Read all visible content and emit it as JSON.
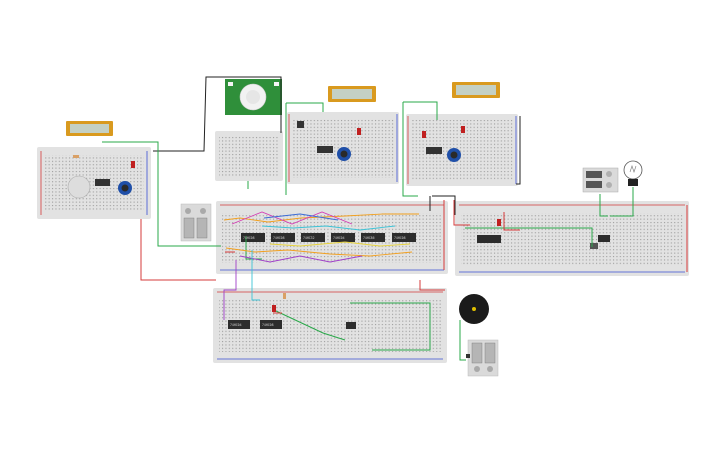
{
  "view": {
    "background": "#ffffff",
    "board_color": "#e2e2e2",
    "rail_red": "#d23a3a",
    "rail_blue": "#3a4fd2"
  },
  "wire_colors": {
    "green": "#2aa84a",
    "red": "#d63b3b",
    "black": "#222222",
    "orange": "#f2a01f",
    "purple": "#a040c8",
    "magenta": "#d43cb4",
    "cyan": "#3cc3d6",
    "yellow": "#e6d23a",
    "blue": "#3b6bd6"
  },
  "chips": [
    {
      "id": "chip-a",
      "label": "74HC08"
    },
    {
      "id": "chip-b",
      "label": "74HC08"
    },
    {
      "id": "chip-c",
      "label": "74HC32"
    },
    {
      "id": "chip-d",
      "label": "74HC04"
    },
    {
      "id": "chip-e",
      "label": "74HC86"
    },
    {
      "id": "chip-f",
      "label": "74HC08"
    },
    {
      "id": "chip-g",
      "label": "74HC04"
    },
    {
      "id": "chip-h",
      "label": "74HC08"
    }
  ],
  "components": {
    "lcds": [
      "lcd-1",
      "lcd-2",
      "lcd-3"
    ],
    "pir_sensor": "pir-sensor",
    "buzzer": "piezo-buzzer",
    "light_bulb": "light-bulb",
    "relay": "relay-module",
    "power_supply": "power-supply"
  }
}
